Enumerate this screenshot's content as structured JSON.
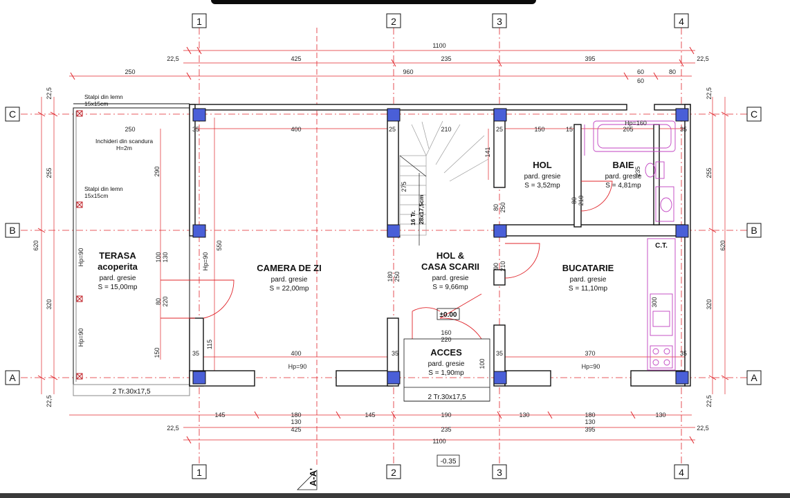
{
  "axes": {
    "numbers": [
      "1",
      "2",
      "3",
      "4"
    ],
    "letters": [
      "C",
      "B",
      "A"
    ]
  },
  "dims": {
    "total_top": "1100",
    "total_bottom": "1100",
    "edge_left": "22,5",
    "edge_right": "22,5",
    "seg_1": "425",
    "seg_2": "235",
    "seg_3": "395",
    "terrace_width": "250",
    "inner_960": "960",
    "d60a": "60",
    "d60b": "60",
    "d80": "80",
    "side_total": "620",
    "side_255": "255",
    "side_320": "320",
    "left_22a": "22,5",
    "left_22b": "22,5",
    "right_22a": "22,5",
    "right_22b": "22,5",
    "bottom_145a": "145",
    "bottom_180a": "180",
    "bottom_130a": "130",
    "bottom_145b": "145",
    "bottom_190": "190",
    "bottom_130b": "130",
    "bottom_180b": "180",
    "bottom_130c": "130",
    "bottom_130d": "130",
    "inner_400a": "400",
    "inner_400b": "400",
    "inner_210": "210",
    "inner_150": "150",
    "inner_15": "15",
    "inner_205": "205",
    "inner_250": "250",
    "inner_370": "370",
    "inner_160": "160",
    "inner_220": "220",
    "h_290": "290",
    "h_550": "550",
    "h_275": "275",
    "h_141": "141",
    "h_235": "235",
    "h_80_250": "80\n250",
    "h_80_210": "80\n210",
    "h_90_210": "90\n210",
    "h_180_250": "180\n250",
    "h_100_130": "100\n130",
    "h_80_220": "80\n220",
    "h_150": "150",
    "h_115": "115",
    "h_100": "100",
    "h_300": "300",
    "w35": "35",
    "w25": "25",
    "hp90": "Hp=90",
    "hp160": "Hp=160"
  },
  "notes": {
    "stalpi_1": "Stalpi din lemn",
    "stalpi_1b": "15x15cm",
    "inchideri": "Inchideri din scandura",
    "inchideri_h": "H=2m",
    "stalpi_2": "Stalpi din lemn",
    "stalpi_2b": "15x15cm",
    "stairs": "16 Tr.",
    "stairs_b": "28x17,5cm",
    "steps_terrace": "2 Tr.30x17,5",
    "steps_access": "2 Tr.30x17,5",
    "level_0": "±0.00",
    "level_minus": "-0.35",
    "section": "A-A'",
    "ct": "C.T."
  },
  "rooms": [
    {
      "name": "TERASA\nacoperita",
      "finish": "pard. gresie",
      "area": "S = 15,00mp"
    },
    {
      "name": "CAMERA DE ZI",
      "finish": "pard. gresie",
      "area": "S = 22,00mp"
    },
    {
      "name": "HOL &\nCASA SCARII",
      "finish": "pard. gresie",
      "area": "S = 9,66mp"
    },
    {
      "name": "HOL",
      "finish": "pard. gresie",
      "area": "S = 3,52mp"
    },
    {
      "name": "BAIE",
      "finish": "pard. gresie",
      "area": "S = 4,81mp"
    },
    {
      "name": "BUCATARIE",
      "finish": "pard. gresie",
      "area": "S = 11,10mp"
    },
    {
      "name": "ACCES",
      "finish": "pard. gresie",
      "area": "S = 1,90mp"
    }
  ],
  "colors": {
    "wall": "#111111",
    "dimension": "#e0242a",
    "column_fill": "#4a5fd8",
    "fixture": "#c040c0",
    "stair": "#9a9a9a"
  }
}
